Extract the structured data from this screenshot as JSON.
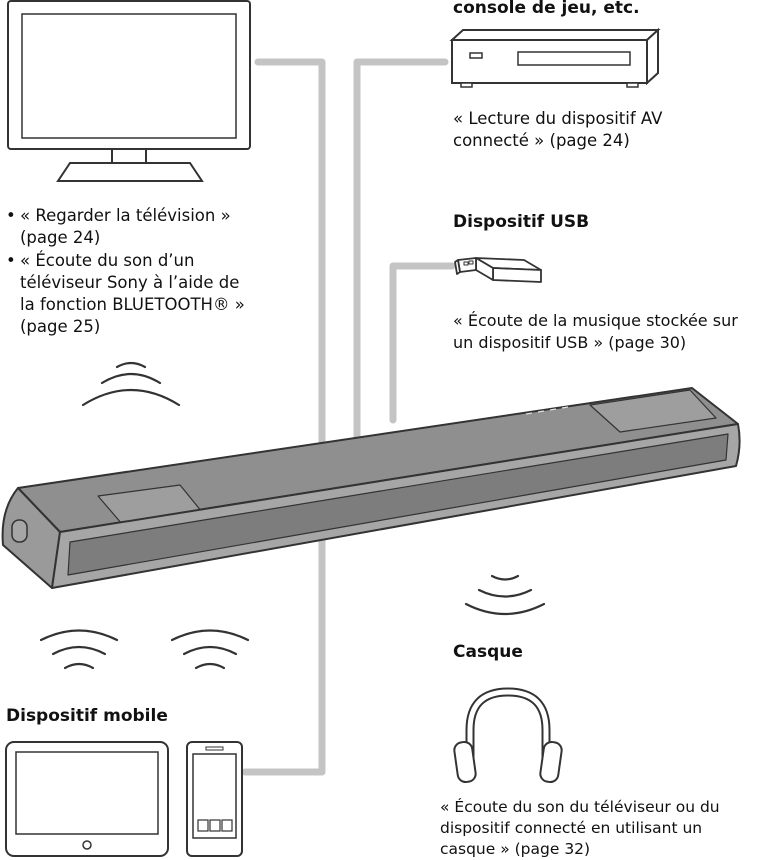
{
  "tv": {
    "items": [
      {
        "line1": "« Regarder la télévision »",
        "line2": "(page 24)"
      },
      {
        "line1": "« Écoute du son d’un",
        "line2": "téléviseur Sony à l’aide de",
        "line3": "la fonction BLUETOOTH® »",
        "line4": "(page 25)"
      }
    ]
  },
  "av": {
    "heading": "console de jeu, etc.",
    "line1": "« Lecture du dispositif AV",
    "line2": "connecté » (page 24)"
  },
  "usb": {
    "heading": "Dispositif USB",
    "line1": "« Écoute de la musique stockée sur",
    "line2": "un dispositif USB » (page 30)"
  },
  "headphones": {
    "heading": "Casque",
    "line1": "« Écoute du son du téléviseur ou du",
    "line2": "dispositif connecté en utilisant un",
    "line3": "casque » (page 32)"
  },
  "mobile": {
    "heading": "Dispositif mobile"
  },
  "colors": {
    "cable": "#c4c4c4",
    "outline": "#333333",
    "soundbar_top": "#8f8f8f",
    "soundbar_front": "#a6a6a6",
    "soundbar_panel": "#7d7d7d"
  },
  "icons": [
    "tv-icon",
    "av-player-icon",
    "usb-stick-icon",
    "soundbar-icon",
    "tablet-icon",
    "smartphone-icon",
    "headphones-icon",
    "wireless-wave-icon"
  ]
}
